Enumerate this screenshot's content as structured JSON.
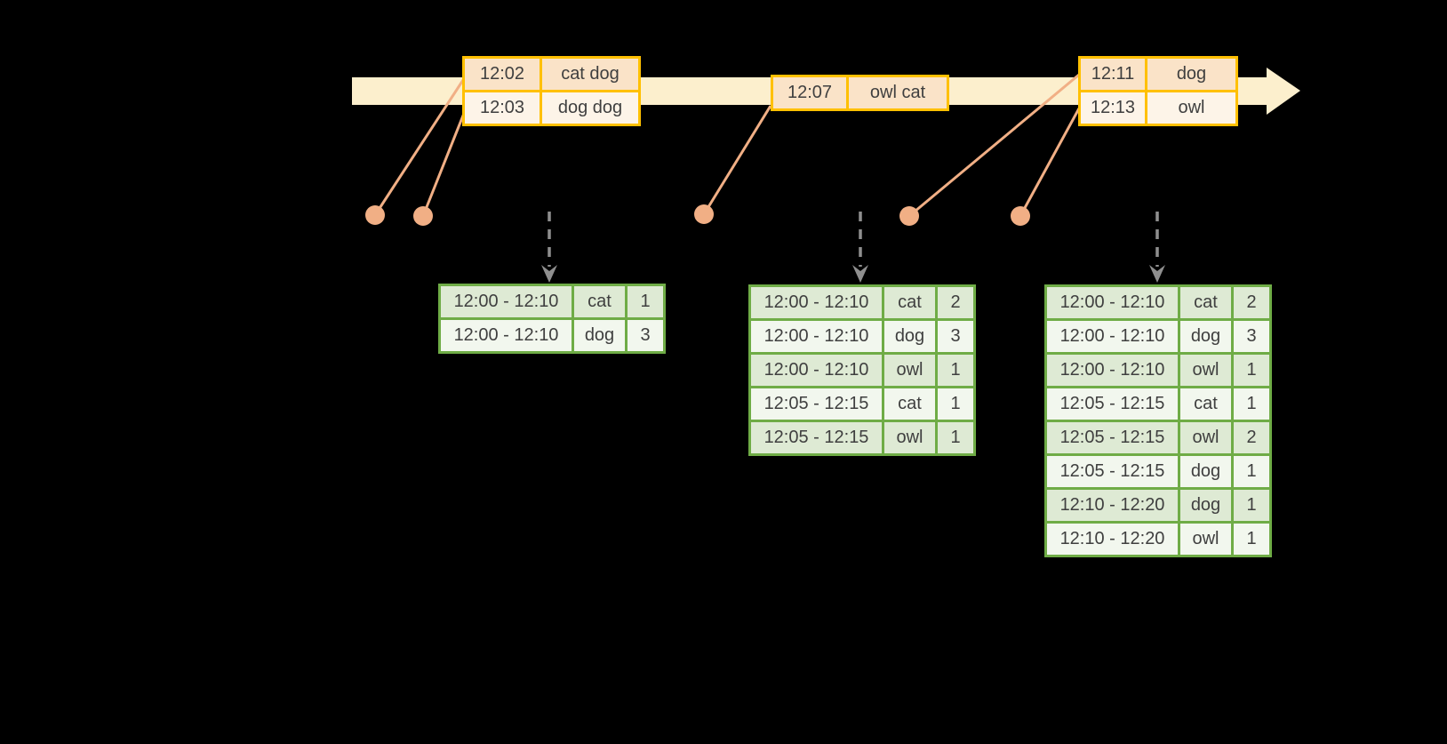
{
  "colors": {
    "background": "#000000",
    "timeline_band": "#FCEFCD",
    "gold_border": "#FFC000",
    "event_row_dark": "#FAE3C8",
    "event_row_light": "#FDF4E8",
    "connector": "#F1AF85",
    "trigger_arrow": "#8F8F8F",
    "green_border": "#6FAC46",
    "result_row_dark": "#DEEAD4",
    "result_row_light": "#F2F7EE",
    "cell_text": "#3F3F3F"
  },
  "event_tables": [
    {
      "rows": [
        [
          "12:02",
          "cat dog"
        ],
        [
          "12:03",
          "dog dog"
        ]
      ]
    },
    {
      "rows": [
        [
          "12:07",
          "owl cat"
        ]
      ]
    },
    {
      "rows": [
        [
          "12:11",
          "dog"
        ],
        [
          "12:13",
          "owl"
        ]
      ]
    }
  ],
  "result_tables": [
    {
      "rows": [
        [
          "12:00 - 12:10",
          "cat",
          "1"
        ],
        [
          "12:00 - 12:10",
          "dog",
          "3"
        ]
      ]
    },
    {
      "rows": [
        [
          "12:00 - 12:10",
          "cat",
          "2"
        ],
        [
          "12:00 - 12:10",
          "dog",
          "3"
        ],
        [
          "12:00 - 12:10",
          "owl",
          "1"
        ],
        [
          "12:05 - 12:15",
          "cat",
          "1"
        ],
        [
          "12:05 - 12:15",
          "owl",
          "1"
        ]
      ]
    },
    {
      "rows": [
        [
          "12:00 - 12:10",
          "cat",
          "2"
        ],
        [
          "12:00 - 12:10",
          "dog",
          "3"
        ],
        [
          "12:00 - 12:10",
          "owl",
          "1"
        ],
        [
          "12:05 - 12:15",
          "cat",
          "1"
        ],
        [
          "12:05 - 12:15",
          "owl",
          "2"
        ],
        [
          "12:05 - 12:15",
          "dog",
          "1"
        ],
        [
          "12:10 - 12:20",
          "dog",
          "1"
        ],
        [
          "12:10 - 12:20",
          "owl",
          "1"
        ]
      ]
    }
  ]
}
